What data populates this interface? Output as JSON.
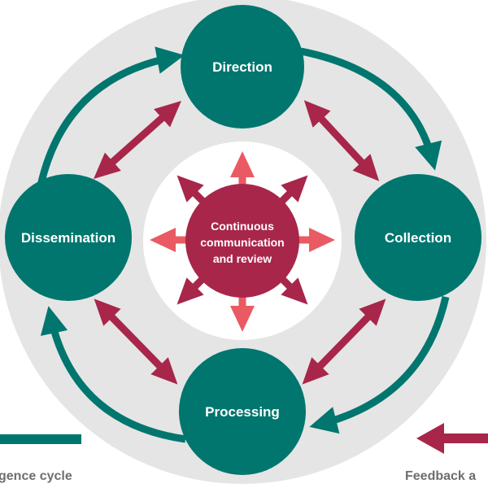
{
  "nodes": {
    "direction": "Direction",
    "collection": "Collection",
    "processing": "Processing",
    "dissemination": "Dissemination"
  },
  "center": {
    "line1": "Continuous",
    "line2": "communication",
    "line3": "and review"
  },
  "legend": {
    "cycle_label": "gence cycle",
    "feedback_label": "Feedback a"
  },
  "colors": {
    "teal": "#00766e",
    "crimson": "#a8264a",
    "coral": "#ea5a63",
    "ring": "#e5e5e5",
    "center_bg": "#ffffff",
    "legend_text": "#6e6e6e"
  }
}
